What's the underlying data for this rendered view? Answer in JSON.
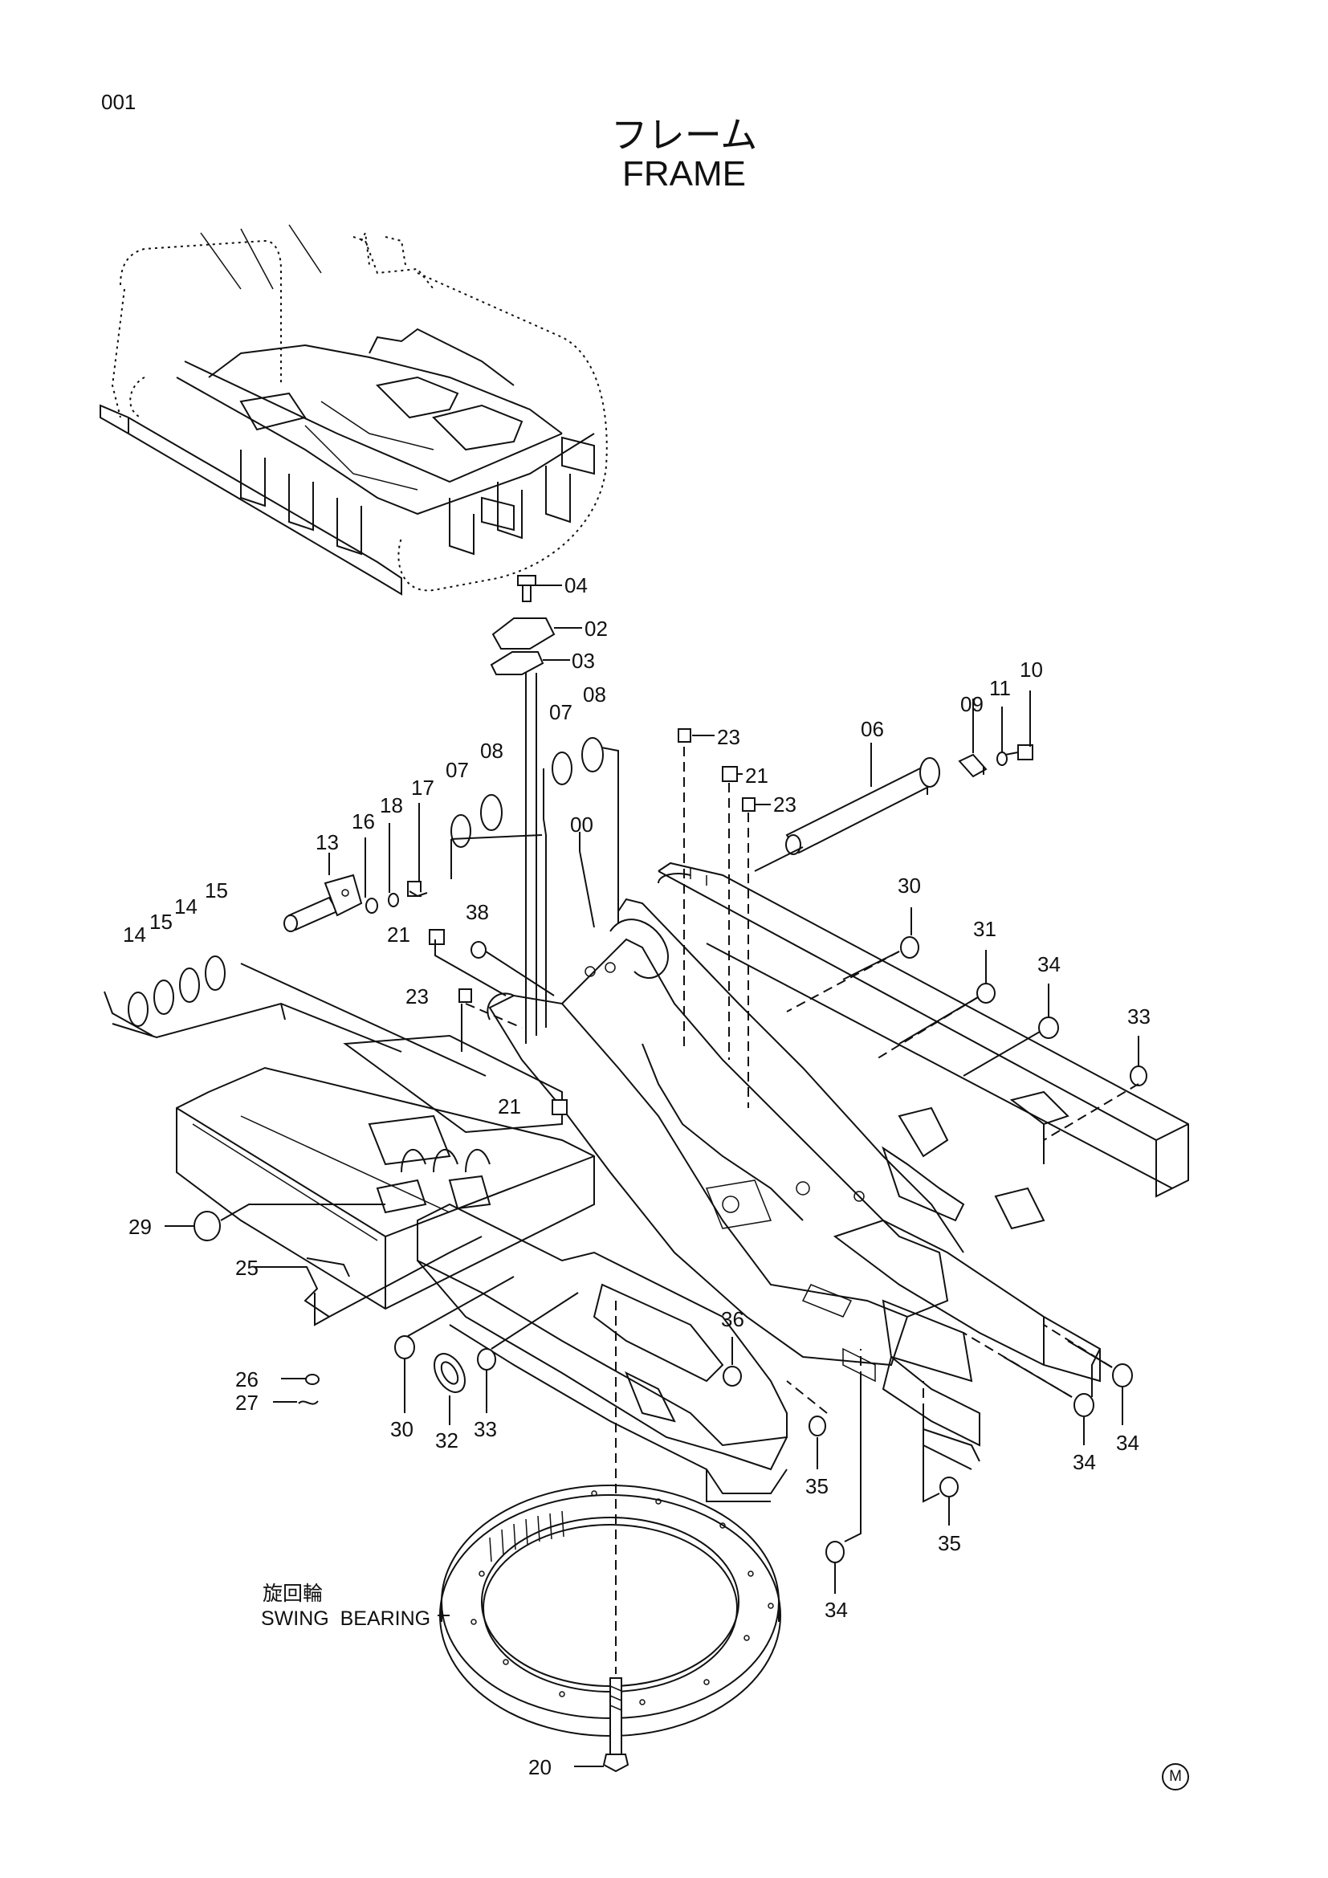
{
  "page_number": "001",
  "title_jp": "フレーム",
  "title_en": "FRAME",
  "swing_bearing_jp": "旋回輪",
  "swing_bearing_en": "SWING  BEARING",
  "mark": "M",
  "callouts": {
    "c04": "04",
    "c02": "02",
    "c03": "03",
    "c07a": "07",
    "c08a": "08",
    "c07b": "07",
    "c08b": "08",
    "c09": "09",
    "c11": "11",
    "c10": "10",
    "c06": "06",
    "c23a": "23",
    "c21a": "21",
    "c23b": "23",
    "c13": "13",
    "c16": "16",
    "c18": "18",
    "c17": "17",
    "c00": "00",
    "c14a": "14",
    "c15a": "15",
    "c14b": "14",
    "c15b": "15",
    "c38": "38",
    "c21b": "21",
    "c23c": "23",
    "c21c": "21",
    "c30a": "30",
    "c31": "31",
    "c34a": "34",
    "c33a": "33",
    "c29": "29",
    "c25": "25",
    "c26": "26",
    "c27": "27",
    "c30b": "30",
    "c32": "32",
    "c33b": "33",
    "c36": "36",
    "c35a": "35",
    "c34b": "34",
    "c34c": "34",
    "c35b": "35",
    "c34d": "34",
    "c20": "20"
  }
}
